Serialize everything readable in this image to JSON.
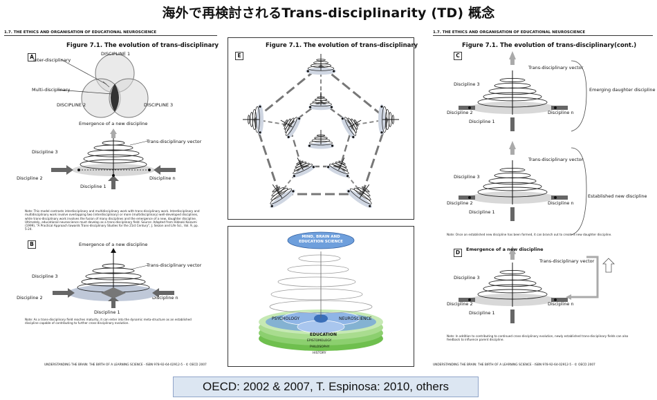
{
  "title": "海外で再検討されるTrans-disciplinarity (TD) 概念",
  "left": {
    "header": "1.7. THE ETHICS AND ORGANISATION OF EDUCATIONAL NEUROSCIENCE",
    "figure_title": "Figure 7.1. The evolution of trans-disciplinary",
    "panel_a": "A",
    "panel_b": "B",
    "discipline1_cap": "DISCIPLINE 1",
    "discipline2_cap": "DISCIPLINE 2",
    "discipline3_cap": "DISCIPLINE 3",
    "inter": "Inter-disciplinary",
    "multi": "Multi-disciplinary",
    "emergence": "Emergence of a new discipline",
    "td_vector": "Trans-disciplinary vector",
    "d1": "Discipline 1",
    "d2": "Discipline 2",
    "d3": "Discipline 3",
    "dn": "Discipline n",
    "note_a": "Note: This model contrasts interdisciplinary and multidisciplinary work with trans-disciplinary work. Interdisciplinary and multidisciplinary work involve overlapping two (interdisciplinary) or more (multidisciplinary) well-developed disciplines, while trans-disciplinary work involves the fusion of many disciplines and the emergence of a new, daughter discipline. Ultimately, educational neuroscience must develop as a trans-disciplinary field. Source: Adapted from Hideaki Koizumi (1999), \"A Practical Approach towards Trans-disciplinary Studies for the 21st Century\", J. Seizon and Life Sci., Vol. 9, pp. 5-24.",
    "note_b": "Note: As a trans-disciplinary field reaches maturity, it can enter into the dynamic meta-structure as an established discipline capable of contributing to further cross-disciplinary evolution.",
    "footer": "UNDERSTANDING THE BRAIN: THE BIRTH OF A LEARNING SCIENCE - ISBN 978-92-64-02912-5 - © OECD 2007"
  },
  "middle": {
    "figure_title": "Figure 7.1. The evolution of trans-disciplinary",
    "panel_e": "E",
    "mbe": "MIND, BRAIN AND EDUCATION SCIENCE",
    "psychology": "PSYCHOLOGY",
    "neuroscience": "NEUROSCIENCE",
    "education": "EDUCATION",
    "epistemology": "EPISTOMOLOGY",
    "philosophy": "PHILOSOPHY",
    "history": "HISTORY"
  },
  "right": {
    "header": "1.7. THE ETHICS AND ORGANISATION OF EDUCATIONAL NEUROSCIENCE",
    "figure_title": "Figure 7.1. The evolution of trans-disciplinary(cont.)",
    "panel_c": "C",
    "panel_d": "D",
    "td_vector": "Trans-disciplinary vector",
    "emerging_daughter": "Emerging daughter discipline",
    "established": "Established new discipline",
    "emergence": "Emergence of a new discipline",
    "d1": "Discipline 1",
    "d2": "Discipline 2",
    "d3": "Discipline 3",
    "dn": "Discipline n",
    "note_c": "Note: Once an established new discipline has been formed, it can branch out to create a new daughter discipline.",
    "note_d": "Note: In addition to contributing to continued cross-disciplinary evolution, newly established trans-disciplinary fields can also feedback to influence parent discipline.",
    "footer": "UNDERSTANDING THE BRAIN: THE BIRTH OF A LEARNING SCIENCE - ISBN 978-92-64-02912-5 - © OECD 2007"
  },
  "caption": "OECD: 2002 & 2007, T. Espinosa: 2010, others",
  "colors": {
    "caption_bg": "#dce6f2",
    "blue": "#5a8fd0",
    "green": "#8ccf6f",
    "gray": "#888888"
  }
}
